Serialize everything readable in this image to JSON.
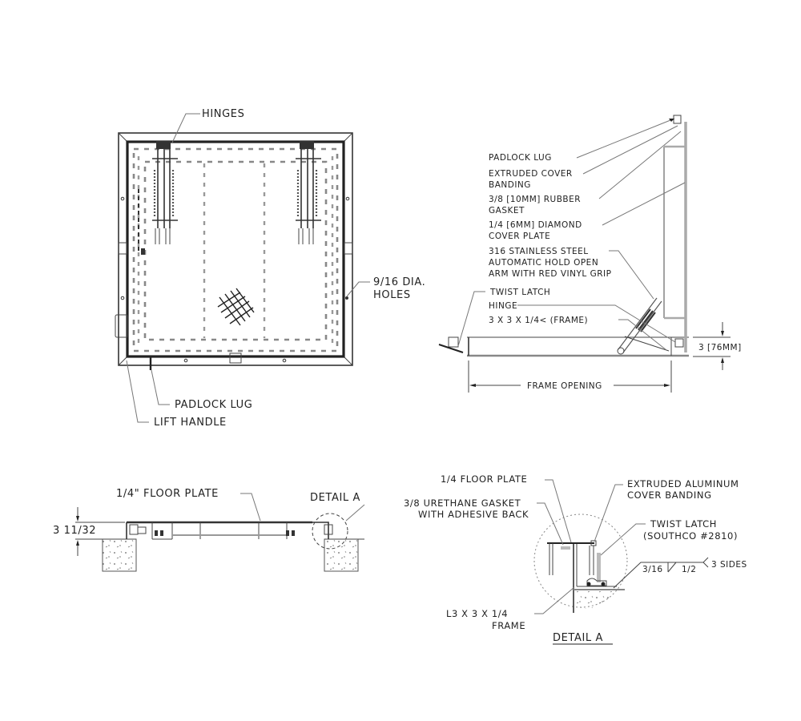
{
  "drawing": {
    "plan_view": {
      "labels": {
        "hinges": "HINGES",
        "holes_line1": "9/16 DIA.",
        "holes_line2": "HOLES",
        "padlock_lug": "PADLOCK LUG",
        "lift_handle": "LIFT HANDLE"
      }
    },
    "side_view_open": {
      "labels": {
        "padlock_lug": "PADLOCK LUG",
        "cover_banding_line1": "EXTRUDED COVER",
        "cover_banding_line2": "BANDING",
        "gasket_line1": "3/8 [10MM] RUBBER",
        "gasket_line2": "GASKET",
        "cover_plate_line1": "1/4 [6MM] DIAMOND",
        "cover_plate_line2": "COVER PLATE",
        "arm_line1": "316 STAINLESS STEEL",
        "arm_line2": "AUTOMATIC HOLD OPEN",
        "arm_line3": "ARM WITH RED VINYL GRIP",
        "twist_latch": "TWIST LATCH",
        "hinge": "HINGE",
        "frame": "3 X 3 X 1/4< (FRAME)",
        "height_dim": "3 [76MM]",
        "frame_opening": "FRAME OPENING"
      }
    },
    "section_view": {
      "labels": {
        "floor_plate": "1/4\" FLOOR PLATE",
        "detail_callout": "DETAIL A",
        "height_dim": "3 11/32"
      }
    },
    "detail_a": {
      "title": "DETAIL A",
      "labels": {
        "floor_plate": "1/4 FLOOR PLATE",
        "gasket_line1": "3/8 URETHANE GASKET",
        "gasket_line2": "WITH ADHESIVE BACK",
        "banding_line1": "EXTRUDED ALUMINUM",
        "banding_line2": "COVER BANDING",
        "latch_line1": "TWIST LATCH",
        "latch_line2": "(SOUTHCO #2810)",
        "weld_left": "3/16",
        "weld_right": "1/2",
        "weld_note": "3 SIDES",
        "frame_line1": "L3 X 3 X 1/4",
        "frame_line2": "FRAME"
      }
    }
  }
}
